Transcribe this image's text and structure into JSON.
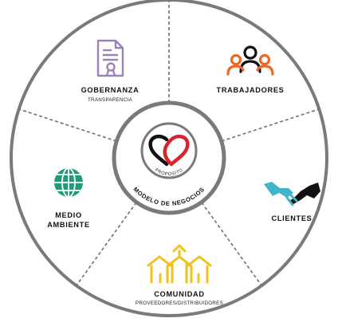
{
  "segments": {
    "gobernanza": {
      "title": "GOBERNANZA",
      "subtitle": "TRANSPARENCIA",
      "icon": "document-certificate-icon",
      "color": "#9b83b8"
    },
    "trabajadores": {
      "title": "TRABAJADORES",
      "icon": "people-group-icon",
      "color": "#e8692a"
    },
    "clientes": {
      "title": "CLIENTES",
      "icon": "handshake-icon",
      "color": "#3fb6c9"
    },
    "comunidad": {
      "title": "COMUNIDAD",
      "subtitle": "PROVEEDORES/DISTRIBUIDORES",
      "icon": "market-stalls-icon",
      "color": "#f2c21b"
    },
    "medio_ambiente": {
      "title_line1": "MEDIO",
      "title_line2": "AMBIENTE",
      "icon": "globe-icon",
      "color": "#1f9c77"
    }
  },
  "center": {
    "ring_label": "MODELO DE NEGOCIOS",
    "core_label": "PROPÓSITO",
    "logo_icon": "heart-interlocking-icon",
    "logo_colors": [
      "#111111",
      "#d7242f"
    ]
  }
}
